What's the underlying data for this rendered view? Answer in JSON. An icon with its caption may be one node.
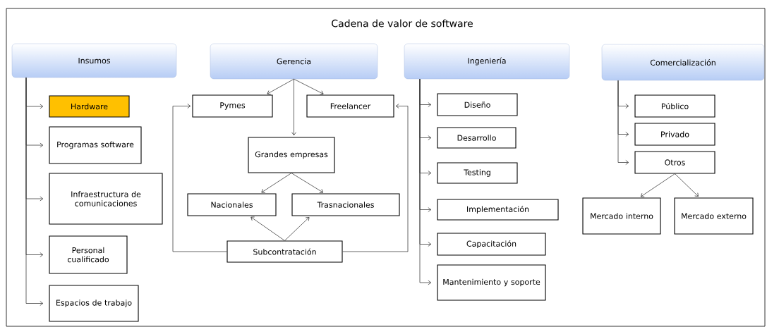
{
  "diagram": {
    "title": "Cadena de valor de software",
    "nodes": [
      {
        "text": [
          "Insumos"
        ]
      },
      {
        "text": [
          "Hardware"
        ]
      },
      {
        "text": [
          "Programas software"
        ]
      },
      {
        "text": [
          "Infraestructura de comunicaciones"
        ]
      },
      {
        "text": [
          "Personal cualificado"
        ]
      },
      {
        "text": [
          "Espacios de trabajo"
        ]
      },
      {
        "text": [
          "Gerencia"
        ]
      },
      {
        "text": [
          "Pymes"
        ]
      },
      {
        "text": [
          "Freelancer"
        ]
      },
      {
        "text": [
          "Grandes empresas"
        ]
      },
      {
        "text": [
          "Nacionales"
        ]
      },
      {
        "text": [
          "Trasnacionales"
        ]
      },
      {
        "text": [
          "Subcontratación"
        ]
      },
      {
        "text": [
          "Ingeniería"
        ]
      },
      {
        "text": [
          "Diseño"
        ]
      },
      {
        "text": [
          "Desarrollo"
        ]
      },
      {
        "text": [
          "Testing"
        ]
      },
      {
        "text": [
          "Implementación"
        ]
      },
      {
        "text": [
          "Capacitación"
        ]
      },
      {
        "text": [
          "Mantenimiento y soporte"
        ]
      },
      {
        "text": [
          "Comercialización"
        ]
      },
      {
        "text": [
          "Público"
        ]
      },
      {
        "text": [
          "Privado"
        ]
      },
      {
        "text": [
          "Otros"
        ]
      },
      {
        "text": [
          "Mercado interno"
        ]
      },
      {
        "text": [
          "Mercado externo"
        ]
      }
    ],
    "edges": [
      {
        "from": 0,
        "to": 1,
        "arrow": "to"
      },
      {
        "from": 0,
        "to": 2,
        "arrow": "to"
      },
      {
        "from": 0,
        "to": 3,
        "arrow": "to"
      },
      {
        "from": 0,
        "to": 4,
        "arrow": "to"
      },
      {
        "from": 0,
        "to": 5,
        "arrow": "to"
      },
      {
        "from": 6,
        "to": 7,
        "arrow": "to"
      },
      {
        "from": 6,
        "to": 8,
        "arrow": "to"
      },
      {
        "from": 6,
        "to": 9,
        "arrow": "to"
      },
      {
        "from": 9,
        "to": 10,
        "arrow": "to"
      },
      {
        "from": 9,
        "to": 11,
        "arrow": "to"
      },
      {
        "from": 12,
        "to": 10,
        "arrow": "to"
      },
      {
        "from": 12,
        "to": 11,
        "arrow": "to"
      },
      {
        "from": 12,
        "to": 7,
        "arrow": "to"
      },
      {
        "from": 12,
        "to": 8,
        "arrow": "to"
      },
      {
        "from": 13,
        "to": 14,
        "arrow": "to"
      },
      {
        "from": 13,
        "to": 15,
        "arrow": "to"
      },
      {
        "from": 13,
        "to": 16,
        "arrow": "to"
      },
      {
        "from": 13,
        "to": 17,
        "arrow": "to"
      },
      {
        "from": 13,
        "to": 18,
        "arrow": "to"
      },
      {
        "from": 13,
        "to": 19,
        "arrow": "to"
      },
      {
        "from": 20,
        "to": 21,
        "arrow": "to"
      },
      {
        "from": 20,
        "to": 22,
        "arrow": "to"
      },
      {
        "from": 20,
        "to": 23,
        "arrow": "to"
      },
      {
        "from": 23,
        "to": 24,
        "arrow": "to"
      },
      {
        "from": 23,
        "to": 25,
        "arrow": "to"
      }
    ]
  }
}
